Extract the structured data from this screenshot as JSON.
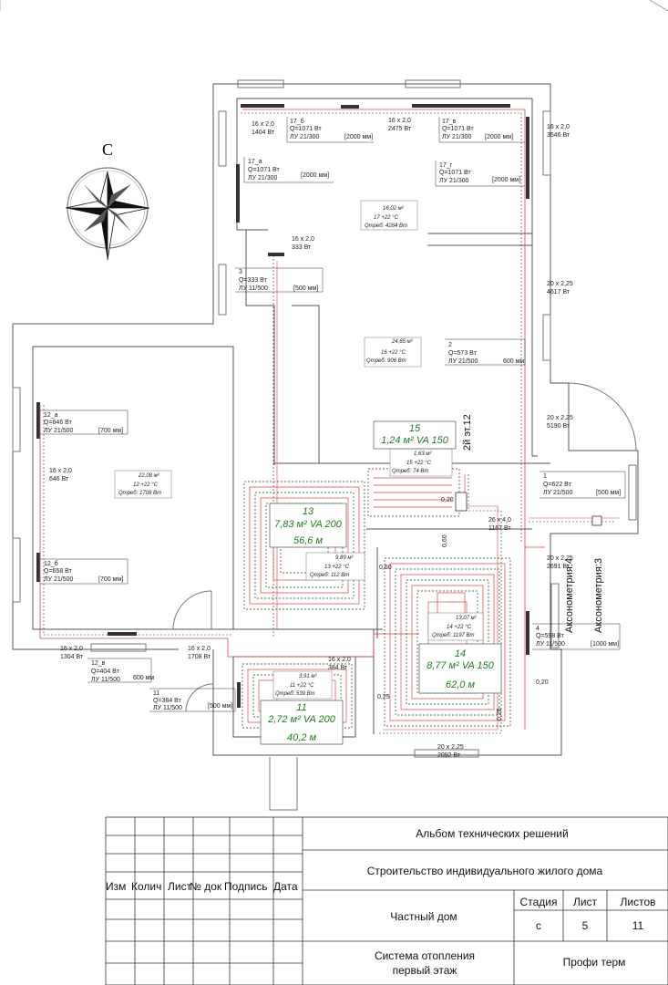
{
  "compass": {
    "north": "С"
  },
  "radiators": [
    {
      "id": "r16",
      "line1": "16 х 2,0",
      "line2": "1404 Вт"
    },
    {
      "id": "r16b",
      "line1": "16 х 2,0",
      "line2": "2475 Вт"
    },
    {
      "id": "r16c",
      "line1": "16 х 2,0",
      "line2": "3546 Вт"
    },
    {
      "id": "r16d",
      "line1": "16 х 2,0",
      "line2": "333 Вт"
    },
    {
      "id": "r20a",
      "line1": "20 х 2,25",
      "line2": "4617 Вт"
    },
    {
      "id": "r20b",
      "line1": "20 х 2,25",
      "line2": "5190 Вт"
    },
    {
      "id": "r20c",
      "line1": "20 х 2,25",
      "line2": "2691 Вт"
    },
    {
      "id": "r26",
      "line1": "26 х 4,0",
      "line2": "1167 Вт"
    },
    {
      "id": "r16e",
      "line1": "16 х 2,0",
      "line2": "646 Вт"
    },
    {
      "id": "r16f",
      "line1": "16 х 2,0",
      "line2": "1304 Вт"
    },
    {
      "id": "r16g",
      "line1": "16 х 2,0",
      "line2": "1708 Вт"
    },
    {
      "id": "r16h",
      "line1": "16 х 2,0",
      "line2": "384 Вт"
    },
    {
      "id": "r20d",
      "line1": "20 х 2,25",
      "line2": "2092 Вт"
    }
  ],
  "heaters": {
    "h17b": {
      "name": "17_б",
      "q": "Q=1071 Вт",
      "lu": "ЛУ 21/300",
      "len": "[2000 мм]"
    },
    "h17v": {
      "name": "17_в",
      "q": "Q=1071 Вт",
      "lu": "ЛУ 21/300",
      "len": "[2000 мм]"
    },
    "h17a": {
      "name": "17_а",
      "q": "Q=1071 Вт",
      "lu": "ЛУ 21/300",
      "len": "[2000 мм]"
    },
    "h17g": {
      "name": "17_г",
      "q": "Q=1071 Вт",
      "lu": "ЛУ 21/300",
      "len": "[2000 мм]"
    },
    "h3": {
      "name": "3",
      "q": "Q=333 Вт",
      "lu": "ЛУ 11/500",
      "len": "[500 мм]"
    },
    "h2": {
      "name": "2",
      "q": "Q=573 Вт",
      "lu": "ЛУ 21/500",
      "len": "600 мм"
    },
    "h12a": {
      "name": "12_а",
      "q": "Q=646 Вт",
      "lu": "ЛУ 21/500",
      "len": "[700 мм]"
    },
    "h12b": {
      "name": "12_б",
      "q": "Q=658 Вт",
      "lu": "ЛУ 21/500",
      "len": "[700 мм]"
    },
    "h1": {
      "name": "1",
      "q": "Q=622 Вт",
      "lu": "ЛУ 21/500",
      "len": "[500 мм]"
    },
    "h4": {
      "name": "4",
      "q": "Q=598 Вт",
      "lu": "ЛУ 11/500",
      "len": "[1000 мм]"
    },
    "h12v": {
      "name": "12_в",
      "q": "Q=404 Вт",
      "lu": "ЛУ 11/500",
      "len": "600 мм"
    },
    "h11": {
      "name": "11",
      "q": "Q=384 Вт",
      "lu": "ЛУ 11/500",
      "len": "[500 мм]"
    }
  },
  "rooms": {
    "r17": {
      "area": "16,02 м²",
      "temp": "17  +22 °C",
      "q": "Qтреб: 4284 Вт"
    },
    "r16": {
      "area": "24,65 м²",
      "temp": "16  +22 °C",
      "q": "Qтреб: 906 Вт"
    },
    "r15": {
      "area": "1,63 м²",
      "temp": "15  +22 °C",
      "q": "Qтреб: 74 Вт"
    },
    "r12": {
      "area": "22,08 м²",
      "temp": "12  +22 °C",
      "q": "Qтреб: 1708 Вт"
    },
    "r13": {
      "area": "9,89 м²",
      "temp": "13  +22 °C",
      "q": "Qтреб: 112 Вт"
    },
    "r14": {
      "area": "13,07 м²",
      "temp": "14  +22 °C",
      "q": "Qтреб: 1197 Вт"
    },
    "r11": {
      "area": "3,91 м²",
      "temp": "11  +22 °C",
      "q": "Qтреб: 539 Вт"
    }
  },
  "floor_loops": {
    "l15": {
      "num": "15",
      "spec": "1,24 м² VA 150"
    },
    "l13": {
      "num": "13",
      "spec": "7,83 м² VA 200",
      "length": "56,6 м"
    },
    "l14": {
      "num": "14",
      "spec": "8,77 м² VA 150",
      "length": "62,0 м"
    },
    "l11": {
      "num": "11",
      "spec": "2,72 м² VA 200",
      "length": "40,2 м"
    }
  },
  "dims": {
    "d1": "0,20",
    "d2": "0,60",
    "d3": "0,60",
    "d4": "0,25",
    "d5": "0,25",
    "d6": "0,20"
  },
  "vertical_labels": {
    "floor2": "2й эт.12",
    "axo1": "Аксонометрия:4",
    "axo2": "Аксонометрия:3"
  },
  "title_block": {
    "cols": [
      "Изм",
      "Колич",
      "Лист",
      "№ док",
      "Подпись",
      "Дата"
    ],
    "album": "Альбом технических решений",
    "project": "Строительство индивидуального жилого дома",
    "object": "Частный дом",
    "system_l1": "Система отопления",
    "system_l2": "первый этаж",
    "company": "Профи терм",
    "stage_h": "Стадия",
    "sheet_h": "Лист",
    "sheets_h": "Листов",
    "stage": "с",
    "sheet": "5",
    "sheets": "11"
  }
}
